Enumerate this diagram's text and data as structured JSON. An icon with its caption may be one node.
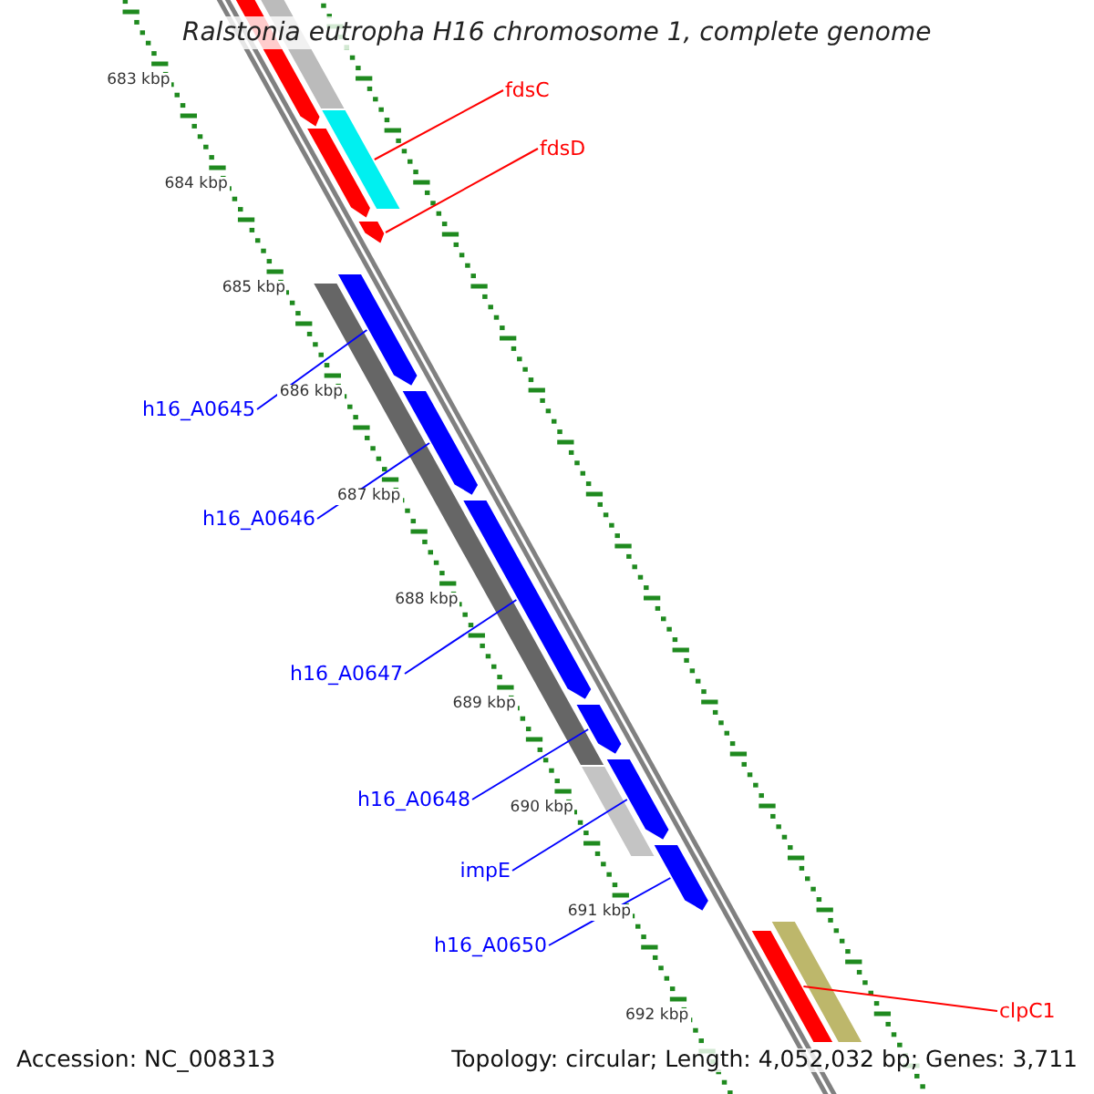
{
  "diagram": {
    "title": "Ralstonia eutropha H16 chromosome 1, complete genome",
    "nodes": [
      {
        "text": [
          "fdsC"
        ]
      },
      {
        "text": [
          "fdsD"
        ]
      },
      {
        "text": [
          "h16_A0645"
        ]
      },
      {
        "text": [
          "h16_A0646"
        ]
      },
      {
        "text": [
          "h16_A0647"
        ]
      },
      {
        "text": [
          "h16_A0648"
        ]
      },
      {
        "text": [
          "impE"
        ]
      },
      {
        "text": [
          "h16_A0650"
        ]
      },
      {
        "text": [
          "clpC1"
        ]
      },
      {
        "text": [],
        "shape": "bar"
      },
      {
        "text": [],
        "shape": "bar"
      },
      {
        "text": [],
        "shape": "bar"
      },
      {
        "text": [],
        "shape": "bar"
      },
      {
        "text": [],
        "shape": "bar"
      },
      {
        "text": [],
        "shape": "bar"
      },
      {
        "text": [],
        "shape": "bar"
      },
      {
        "text": [],
        "shape": "bar"
      },
      {
        "text": [],
        "shape": "bar"
      }
    ],
    "edges": [
      {
        "from": 0,
        "to": 9,
        "arrow": "none",
        "color": "#ff0000"
      },
      {
        "from": 1,
        "to": 10,
        "arrow": "none",
        "color": "#ff0000"
      },
      {
        "from": 2,
        "to": 11,
        "arrow": "none"
      },
      {
        "from": 3,
        "to": 12,
        "arrow": "none"
      },
      {
        "from": 4,
        "to": 13,
        "arrow": "none"
      },
      {
        "from": 5,
        "to": 14,
        "arrow": "none"
      },
      {
        "from": 6,
        "to": 15,
        "arrow": "none"
      },
      {
        "from": 7,
        "to": 16,
        "arrow": "none"
      },
      {
        "from": 8,
        "to": 17,
        "arrow": "none",
        "color": "#ff0000"
      }
    ],
    "labels": [
      "683 kbp",
      "684 kbp",
      "685 kbp",
      "686 kbp",
      "687 kbp",
      "688 kbp",
      "689 kbp",
      "690 kbp",
      "691 kbp",
      "692 kbp",
      "Accession: NC_008313",
      "Topology: circular; Length: 4,052,032 bp; Genes: 3,711"
    ]
  }
}
